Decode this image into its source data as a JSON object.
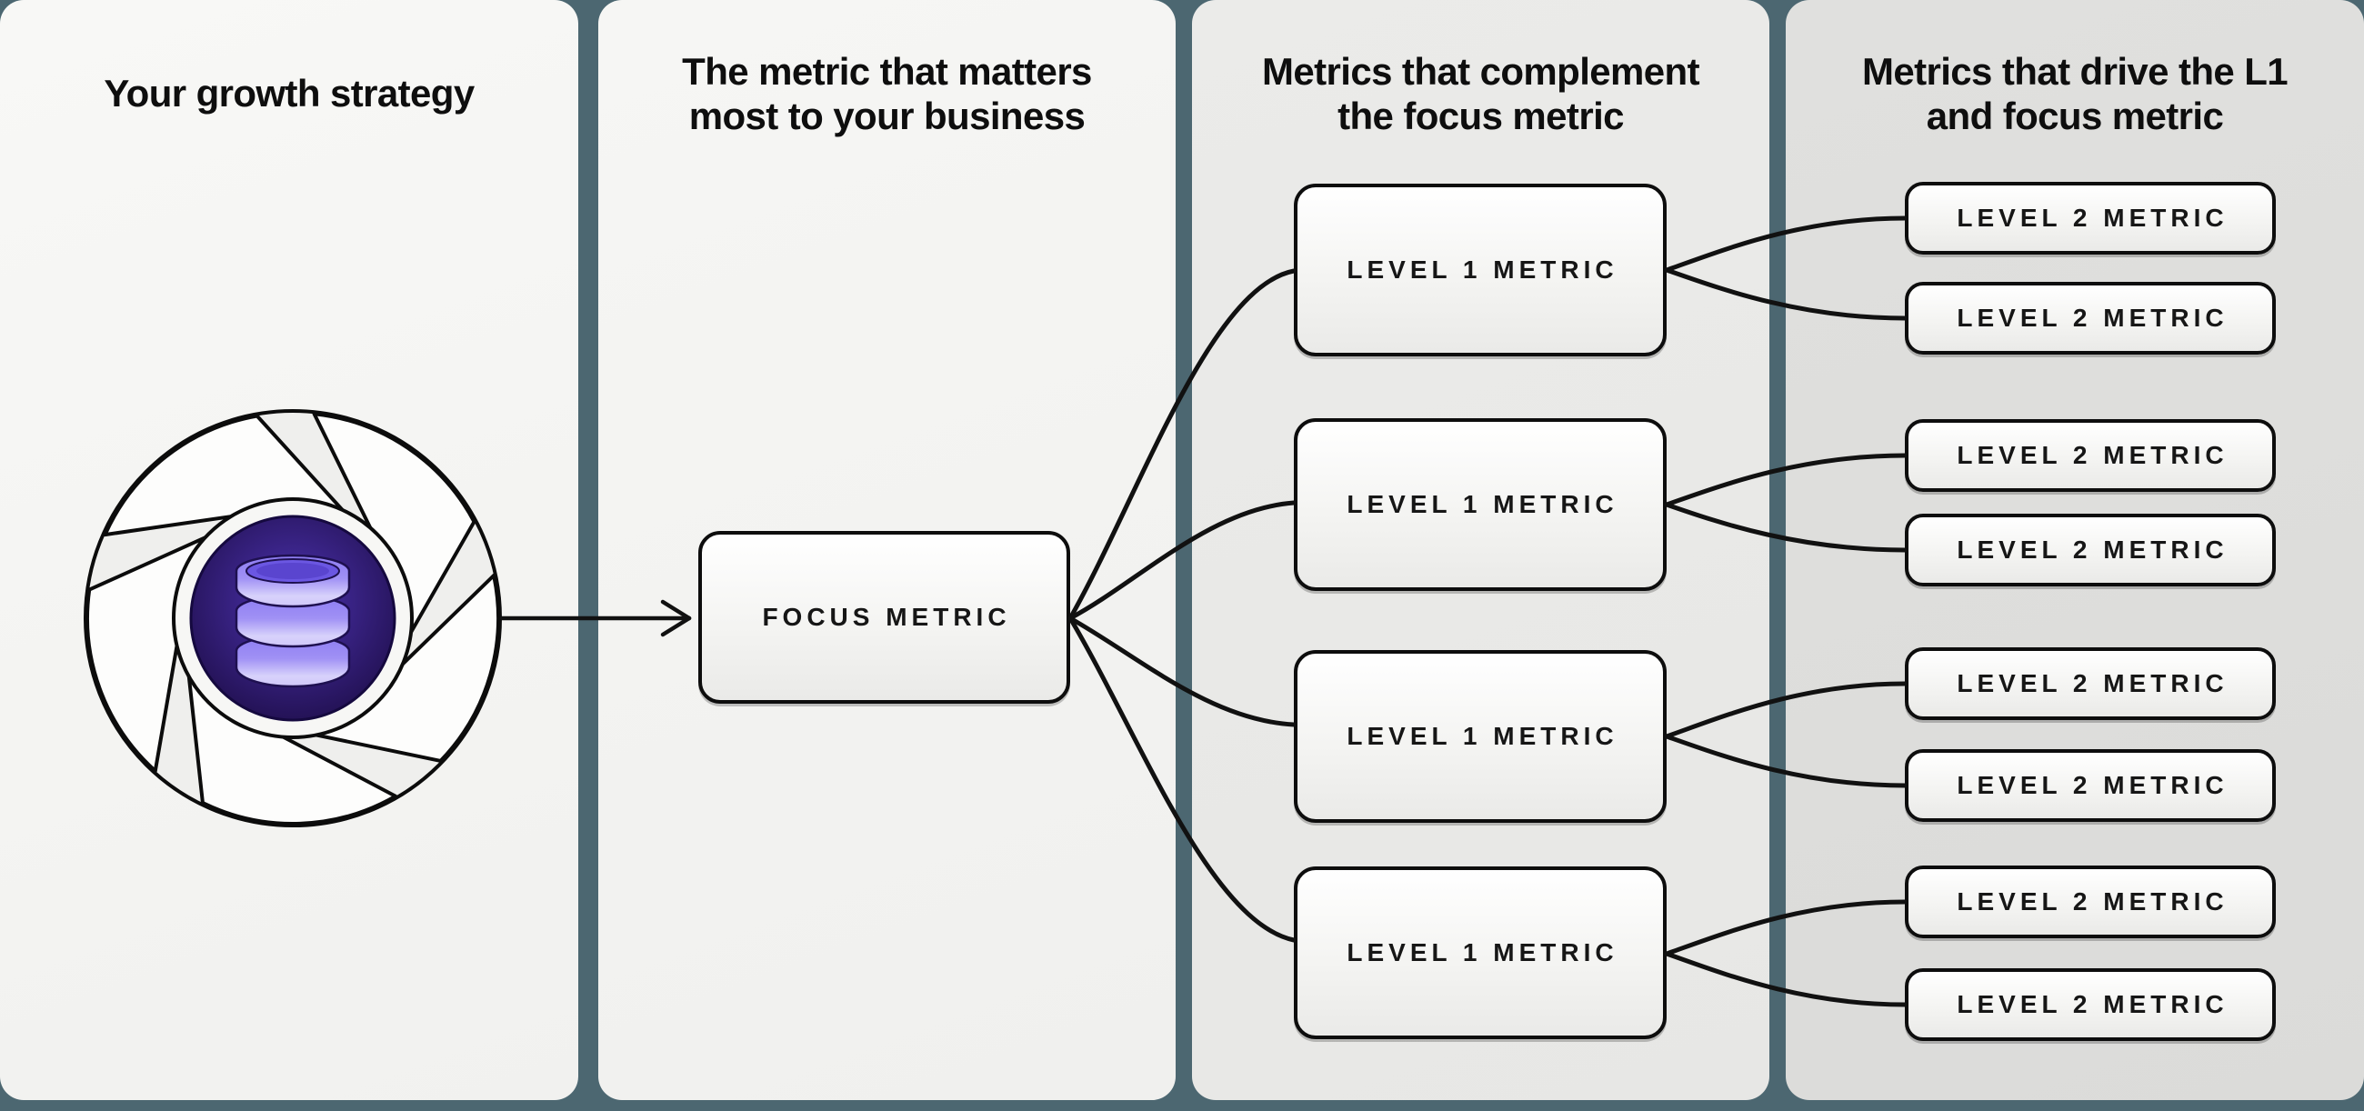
{
  "panels": [
    {
      "title": "Your growth strategy",
      "icon": "aperture-database-icon"
    },
    {
      "title": "The metric that matters\nmost to your business",
      "box_label": "FOCUS METRIC"
    },
    {
      "title": "Metrics that complement\nthe focus metric",
      "boxes": [
        "LEVEL 1 METRIC",
        "LEVEL 1 METRIC",
        "LEVEL 1 METRIC",
        "LEVEL 1 METRIC"
      ]
    },
    {
      "title": "Metrics that drive the L1\nand focus metric",
      "boxes": [
        "LEVEL 2 METRIC",
        "LEVEL 2 METRIC",
        "LEVEL 2 METRIC",
        "LEVEL 2 METRIC",
        "LEVEL 2 METRIC",
        "LEVEL 2 METRIC",
        "LEVEL 2 METRIC",
        "LEVEL 2 METRIC"
      ]
    }
  ],
  "colors": {
    "background_teal": "#4c6771",
    "panel_light": "#f4f4f2",
    "panel_mid": "#e9e9e7",
    "panel_dark": "#dddddc",
    "line_black": "#111111",
    "center_purple": "#392385",
    "database_lavender": "#cfc7fa"
  }
}
